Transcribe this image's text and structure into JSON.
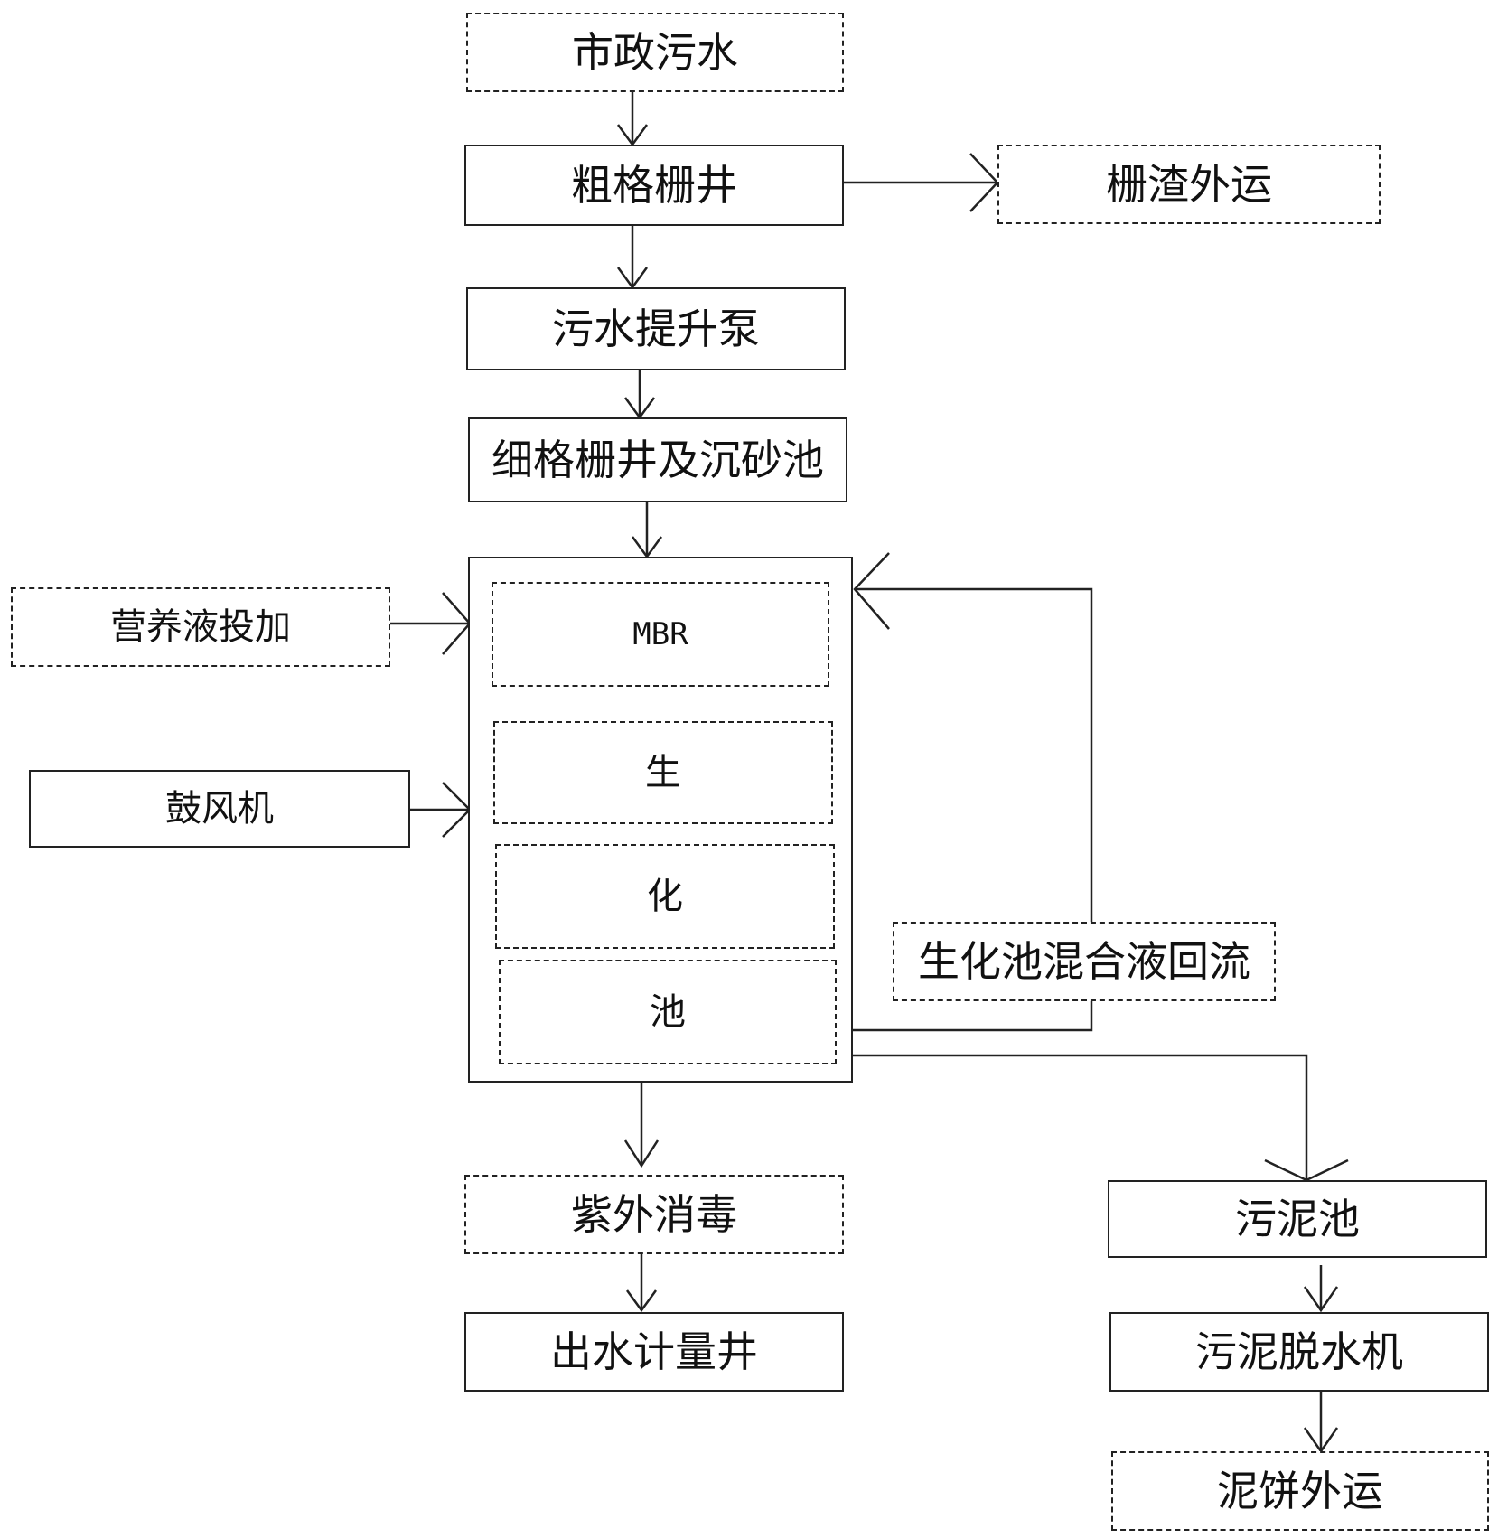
{
  "nodes": {
    "municipal_sewage": "市政污水",
    "coarse_screen_well": "粗格栅井",
    "screenings_transport": "栅渣外运",
    "lift_pump": "污水提升泵",
    "fine_screen_grit": "细格栅井及沉砂池",
    "nutrient_dosing": "营养液投加",
    "blower": "鼓风机",
    "mbr": "MBR",
    "bio_char_1": "生",
    "bio_char_2": "化",
    "bio_char_3": "池",
    "mixed_liquor_return": "生化池混合液回流",
    "uv_disinfection": "紫外消毒",
    "effluent_meter_well": "出水计量井",
    "sludge_tank": "污泥池",
    "sludge_dewatering": "污泥脱水机",
    "cake_transport": "泥饼外运"
  },
  "colors": {
    "line": "#222222",
    "background": "#ffffff"
  }
}
